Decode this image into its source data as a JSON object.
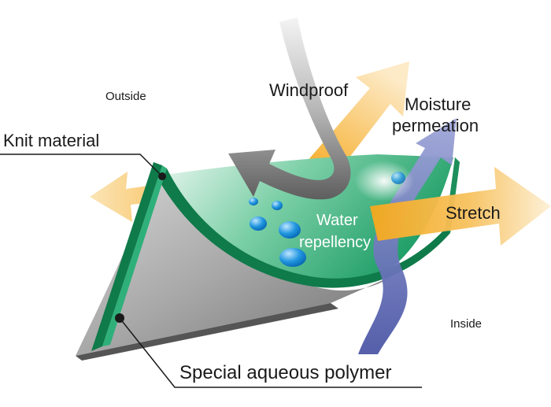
{
  "labels": {
    "outside": "Outside",
    "inside": "Inside",
    "windproof": "Windproof",
    "moisture_line1": "Moisture",
    "moisture_line2": "permeation",
    "knit_material": "Knit material",
    "water_line1": "Water",
    "water_line2": "repellency",
    "stretch": "Stretch",
    "special_polymer": "Special aqueous polymer"
  },
  "colors": {
    "stretch_arrow": "#f5a81c",
    "moisture_arrow": "#5a63ad",
    "wind_arrow": "#8a8a8a",
    "knit_green": "#0f7a4a",
    "inner_green": "#2fb07a",
    "polymer_gray": "#9a9a9a",
    "droplet_blue": "#1e90d8",
    "leader_line": "#1a1a1a"
  }
}
